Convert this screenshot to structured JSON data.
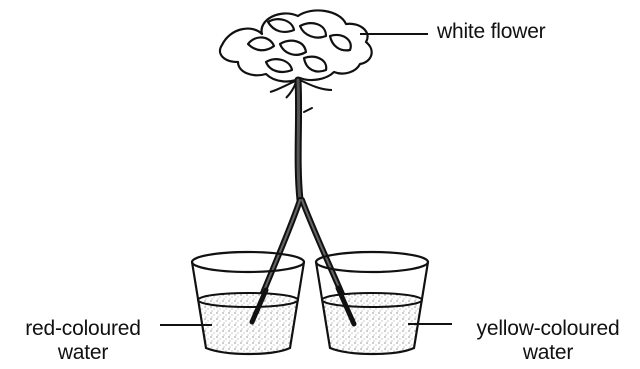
{
  "labels": {
    "flower": "white flower",
    "red_line1": "red-coloured",
    "red_line2": "water",
    "yellow_line1": "yellow-coloured",
    "yellow_line2": "water"
  },
  "colors": {
    "ink": "#111111",
    "background": "#ffffff"
  }
}
